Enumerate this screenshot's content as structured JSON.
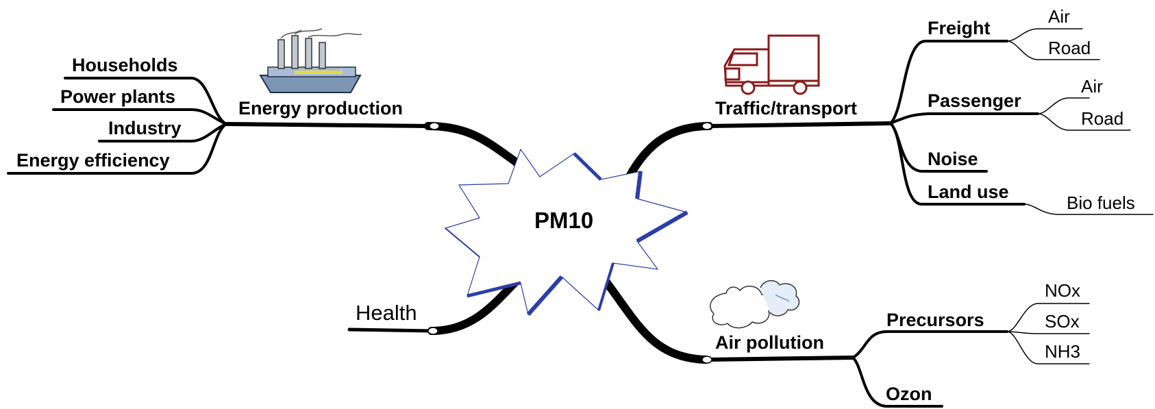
{
  "center": {
    "label": "PM10"
  },
  "branches": {
    "energy": {
      "label": "Energy production",
      "icon": "factory-icon",
      "children": [
        "Households",
        "Power plants",
        "Industry",
        "Energy efficiency"
      ]
    },
    "traffic": {
      "label": "Traffic/transport",
      "icon": "truck-icon",
      "children": {
        "freight": {
          "label": "Freight",
          "children": [
            "Air",
            "Road"
          ]
        },
        "passenger": {
          "label": "Passenger",
          "children": [
            "Air",
            "Road"
          ]
        },
        "noise": {
          "label": "Noise"
        },
        "landuse": {
          "label": "Land use",
          "children": [
            "Bio fuels"
          ]
        }
      }
    },
    "health": {
      "label": "Health"
    },
    "air": {
      "label": "Air pollution",
      "icon": "cloud-icon",
      "children": {
        "precursors": {
          "label": "Precursors",
          "children": [
            "NOx",
            "SOx",
            "NH3"
          ]
        },
        "ozon": {
          "label": "Ozon"
        }
      }
    }
  },
  "colors": {
    "line": "#000000",
    "burst_fill": "#ffffff",
    "burst_stroke": "#2b3ea8",
    "truck": "#8b1a1a",
    "factory": "#7d96b4",
    "cloud": "#dfe8f5"
  }
}
